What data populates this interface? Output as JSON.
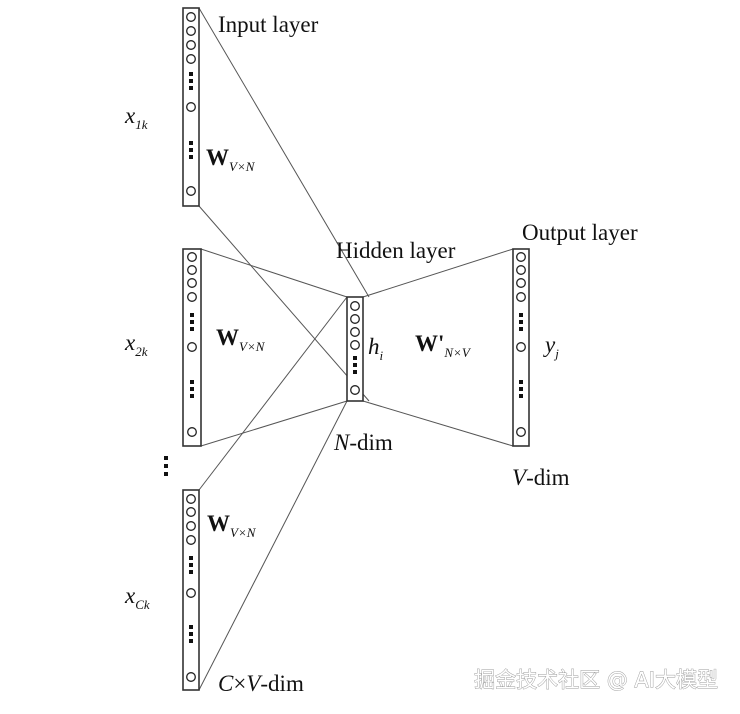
{
  "labels": {
    "input_layer": "Input layer",
    "hidden_layer": "Hidden layer",
    "output_layer": "Output layer",
    "n_dim_italic": "N",
    "n_dim_rest": "-dim",
    "v_dim_italic": "V",
    "v_dim_rest": "-dim",
    "cv_dim_italic_c": "C",
    "cv_dim_times": "×",
    "cv_dim_italic_v": "V",
    "cv_dim_rest": "-dim"
  },
  "inputs": [
    {
      "base": "x",
      "sub": "1k",
      "weight": "W",
      "weight_sub": "V×N"
    },
    {
      "base": "x",
      "sub": "2k",
      "weight": "W",
      "weight_sub": "V×N"
    },
    {
      "base": "x",
      "sub": "Ck",
      "weight": "W",
      "weight_sub": "V×N"
    }
  ],
  "hidden": {
    "base": "h",
    "sub": "i"
  },
  "output": {
    "base": "y",
    "sub": "j",
    "weight": "W'",
    "weight_sub": "N×V"
  },
  "watermark": "掘金技术社区 @ AI大模型"
}
